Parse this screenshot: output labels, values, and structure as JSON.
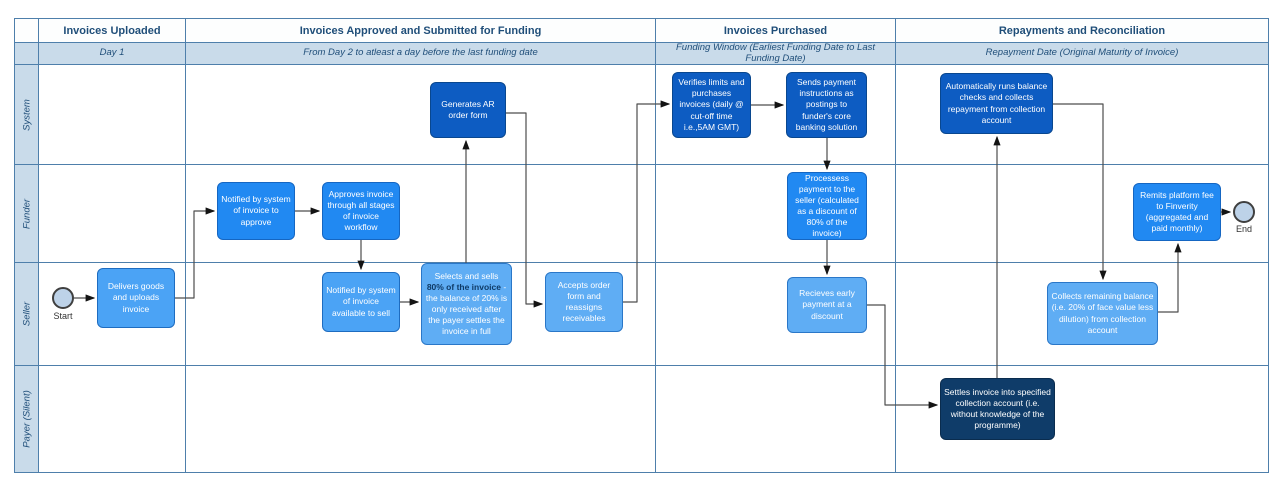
{
  "diagram": {
    "phases": [
      {
        "title": "Invoices Uploaded",
        "subtitle": "Day 1"
      },
      {
        "title": "Invoices Approved and Submitted for Funding",
        "subtitle": "From Day 2 to atleast a day before the last funding date"
      },
      {
        "title": "Invoices Purchased",
        "subtitle": "Funding Window (Earliest Funding Date to Last Funding Date)"
      },
      {
        "title": "Repayments and Reconciliation",
        "subtitle": "Repayment Date (Original Maturity of Invoice)"
      }
    ],
    "lanes": [
      "System",
      "Funder",
      "Seller",
      "Payer (Silent)"
    ],
    "events": {
      "start": "Start",
      "end": "End"
    },
    "nodes": {
      "delivers": {
        "text": "Delivers goods and uploads invoice"
      },
      "notified_approve": {
        "text": "Notified by system of invoice to approve"
      },
      "approves": {
        "text": "Approves invoice through all stages of invoice workflow"
      },
      "notified_sell": {
        "text": "Notified by system of invoice available to sell"
      },
      "selects": {
        "pre": "Selects and sells ",
        "bold": "80% of the invoice",
        "post": " - the balance of 20% is only received after the payer settles the invoice in full"
      },
      "generates": {
        "text": "Generates AR order form"
      },
      "accepts": {
        "text": "Accepts order form and reassigns receivables"
      },
      "verifies": {
        "text": "Verifies limits and purchases invoices (daily @ cut-off time i.e.,5AM GMT)"
      },
      "sends": {
        "text": "Sends payment instructions as postings to funder's core banking solution"
      },
      "processes": {
        "text": "Processess payment to the seller (calculated as a discount of 80% of the invoice)"
      },
      "receives": {
        "text": "Recieves early payment at a discount"
      },
      "settles": {
        "text": "Settles invoice into specified collection account (i.e. without knowledge of the programme)"
      },
      "auto_balance": {
        "text": "Automatically runs balance checks and collects repayment from collection account"
      },
      "collects": {
        "text": "Collects remaining balance (i.e. 20% of face value less dilution) from collection account"
      },
      "remits": {
        "text": "Remits platform fee to Finverity (aggregated and paid monthly)"
      }
    },
    "colors": {
      "task_bright": "#2189f2",
      "task_medium": "#4ba3f5",
      "task_light": "#5fadf4",
      "task_dark": "#0d5cc2",
      "task_navy": "#0f3c69",
      "lane_fill": "#c9dbea",
      "header_text": "#1f4e79",
      "grid_border": "#4e7fab"
    }
  }
}
